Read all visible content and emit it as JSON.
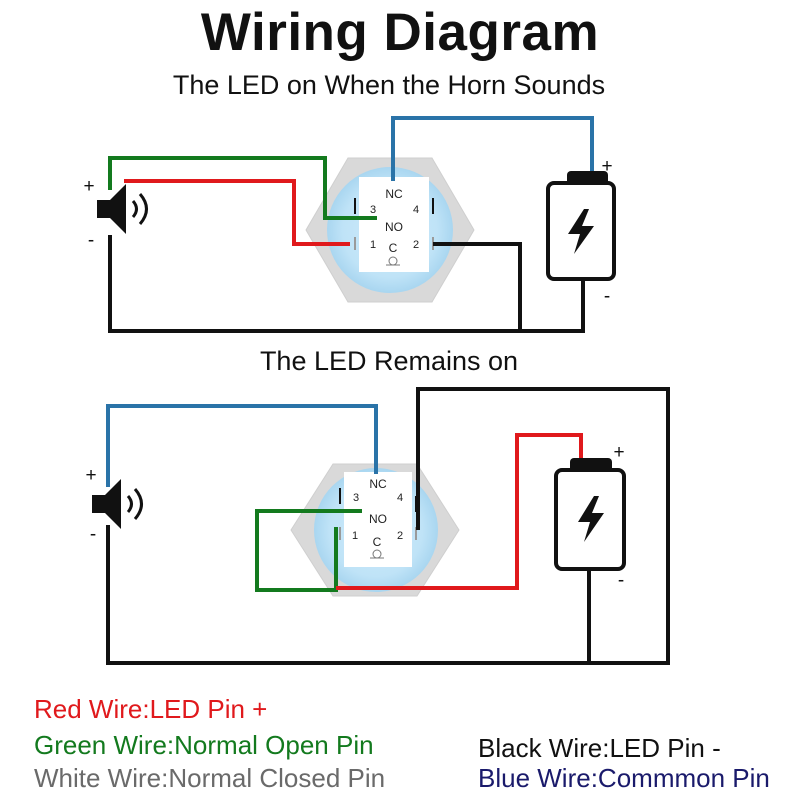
{
  "title": "Wiring Diagram",
  "diagram1": {
    "subtitle": "The LED on When the Horn Sounds",
    "switch": {
      "nc": "NC",
      "no": "NO",
      "c": "C",
      "pin1": "1",
      "pin2": "2",
      "pin3": "3",
      "pin4": "4"
    },
    "horn": {
      "plus": "+",
      "minus": "-"
    },
    "battery": {
      "plus": "+",
      "minus": "-"
    }
  },
  "diagram2": {
    "subtitle": "The LED Remains on",
    "switch": {
      "nc": "NC",
      "no": "NO",
      "c": "C",
      "pin1": "1",
      "pin2": "2",
      "pin3": "3",
      "pin4": "4"
    },
    "horn": {
      "plus": "+",
      "minus": "-"
    },
    "battery": {
      "plus": "+",
      "minus": "-"
    }
  },
  "legend": {
    "red": "Red Wire:LED Pin +",
    "green": "Green Wire:Normal Open Pin",
    "white": "White Wire:Normal Closed Pin",
    "black": "Black Wire:LED Pin -",
    "blue": "Blue Wire:Commmon Pin"
  },
  "colors": {
    "red": "#e0191c",
    "green": "#137a1e",
    "blue": "#2a73a8",
    "black": "#111111",
    "switch_glow": "#bfe3f7",
    "switch_body": "#d9d9d9"
  }
}
